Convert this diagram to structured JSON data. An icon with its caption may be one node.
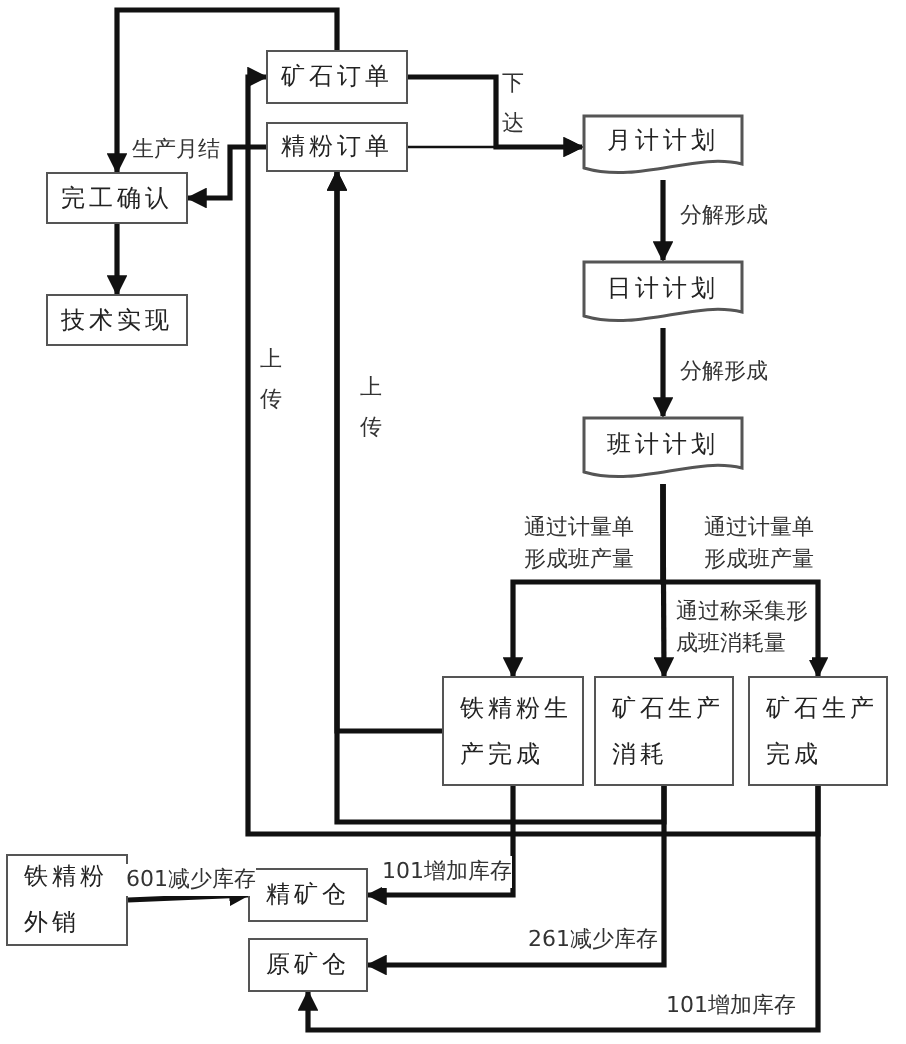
{
  "diagram": {
    "nodes": [
      {
        "text": [
          "矿石订单"
        ]
      },
      {
        "text": [
          "精粉订单"
        ]
      },
      {
        "text": [
          "完工确认"
        ]
      },
      {
        "text": [
          "技术实现"
        ]
      },
      {
        "text": [
          "月计计划"
        ]
      },
      {
        "text": [
          "日计计划"
        ]
      },
      {
        "text": [
          "班计计划"
        ]
      },
      {
        "text": [
          "铁精粉生产完成"
        ]
      },
      {
        "text": [
          "矿石生产消耗"
        ]
      },
      {
        "text": [
          "矿石生产完成"
        ]
      },
      {
        "text": [
          "铁精粉外销"
        ]
      },
      {
        "text": [
          "精矿仓"
        ]
      },
      {
        "text": [
          "原矿仓"
        ]
      }
    ],
    "edges": [
      {
        "from": 0,
        "to": 2,
        "arrow": "to"
      },
      {
        "from": 1,
        "to": 2,
        "arrow": "to",
        "label": "生产月结"
      },
      {
        "from": 2,
        "to": 3,
        "arrow": "to"
      },
      {
        "from": 0,
        "to": 4,
        "arrow": "to",
        "label": "下达"
      },
      {
        "from": 1,
        "to": 4,
        "arrow": "to"
      },
      {
        "from": 4,
        "to": 5,
        "arrow": "to",
        "label": "分解形成"
      },
      {
        "from": 5,
        "to": 6,
        "arrow": "to",
        "label": "分解形成"
      },
      {
        "from": 6,
        "to": 7,
        "arrow": "to",
        "label": "通过计量单形成班产量"
      },
      {
        "from": 6,
        "to": 8,
        "arrow": "to",
        "label": "通过称采集形成班消耗量"
      },
      {
        "from": 6,
        "to": 9,
        "arrow": "to",
        "label": "通过计量单形成班产量"
      },
      {
        "from": 7,
        "to": 1,
        "arrow": "to",
        "label": "上传"
      },
      {
        "from": 8,
        "to": 1,
        "arrow": "to"
      },
      {
        "from": 9,
        "to": 0,
        "arrow": "to",
        "label": "上传"
      },
      {
        "from": 7,
        "to": 11,
        "arrow": "to",
        "label": "101增加库存"
      },
      {
        "from": 8,
        "to": 12,
        "arrow": "to",
        "label": "261减少库存"
      },
      {
        "from": 9,
        "to": 12,
        "arrow": "to",
        "label": "101增加库存"
      },
      {
        "from": 10,
        "to": 11,
        "arrow": "to",
        "label": "601减少库存"
      }
    ]
  }
}
